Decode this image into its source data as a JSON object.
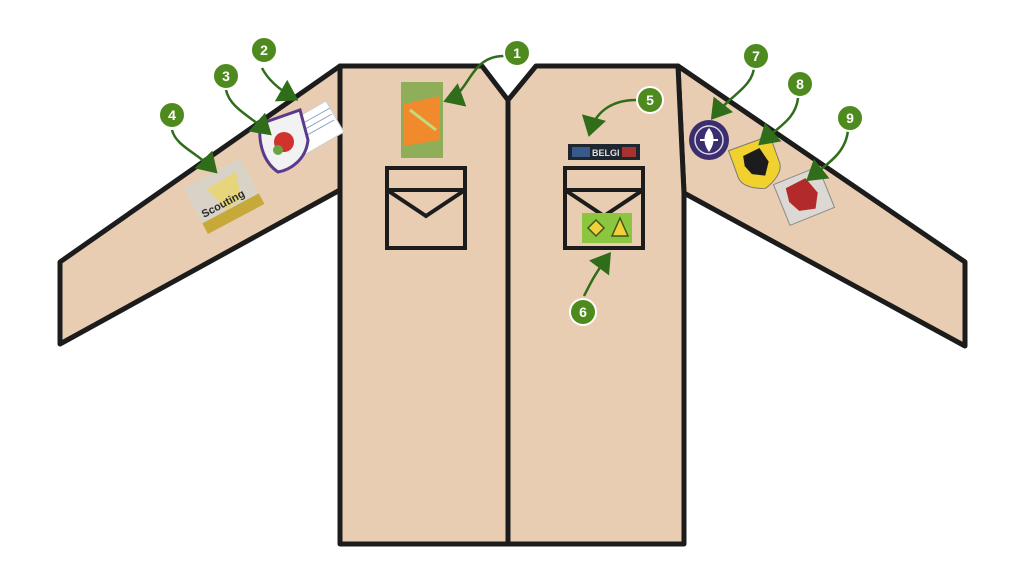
{
  "colors": {
    "shirt": "#e8cdb2",
    "outline": "#1c1c1c",
    "callout": "#4f8a1e",
    "arrow": "#2f6d1a"
  },
  "callouts": [
    {
      "number": "1",
      "icon": "rectangular-orange-badge"
    },
    {
      "number": "2",
      "icon": "small-white-label"
    },
    {
      "number": "3",
      "icon": "shield-emblem"
    },
    {
      "number": "4",
      "icon": "scouting-badge"
    },
    {
      "number": "5",
      "icon": "country-strip"
    },
    {
      "number": "6",
      "icon": "green-rank-badge"
    },
    {
      "number": "7",
      "icon": "world-scout-emblem"
    },
    {
      "number": "8",
      "icon": "yellow-lion-badge"
    },
    {
      "number": "9",
      "icon": "red-lion-badge"
    }
  ],
  "badge_text": {
    "scouting": "Scouting",
    "country_strip": "BELGI"
  }
}
